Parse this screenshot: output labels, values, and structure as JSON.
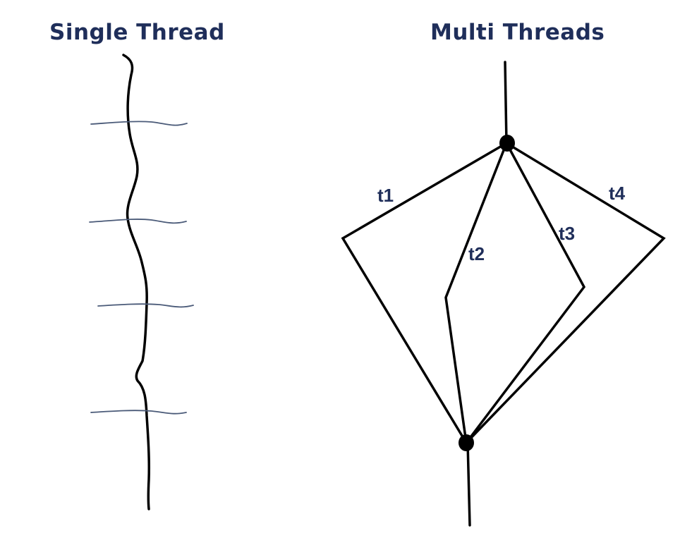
{
  "single": {
    "title": "Single Thread"
  },
  "multi": {
    "title": "Multi Threads",
    "threads": [
      {
        "label": "t1"
      },
      {
        "label": "t2"
      },
      {
        "label": "t3"
      },
      {
        "label": "t4"
      }
    ]
  },
  "colors": {
    "title": "#1f2e5a",
    "line": "#000000",
    "tick": "#4a5a78"
  }
}
